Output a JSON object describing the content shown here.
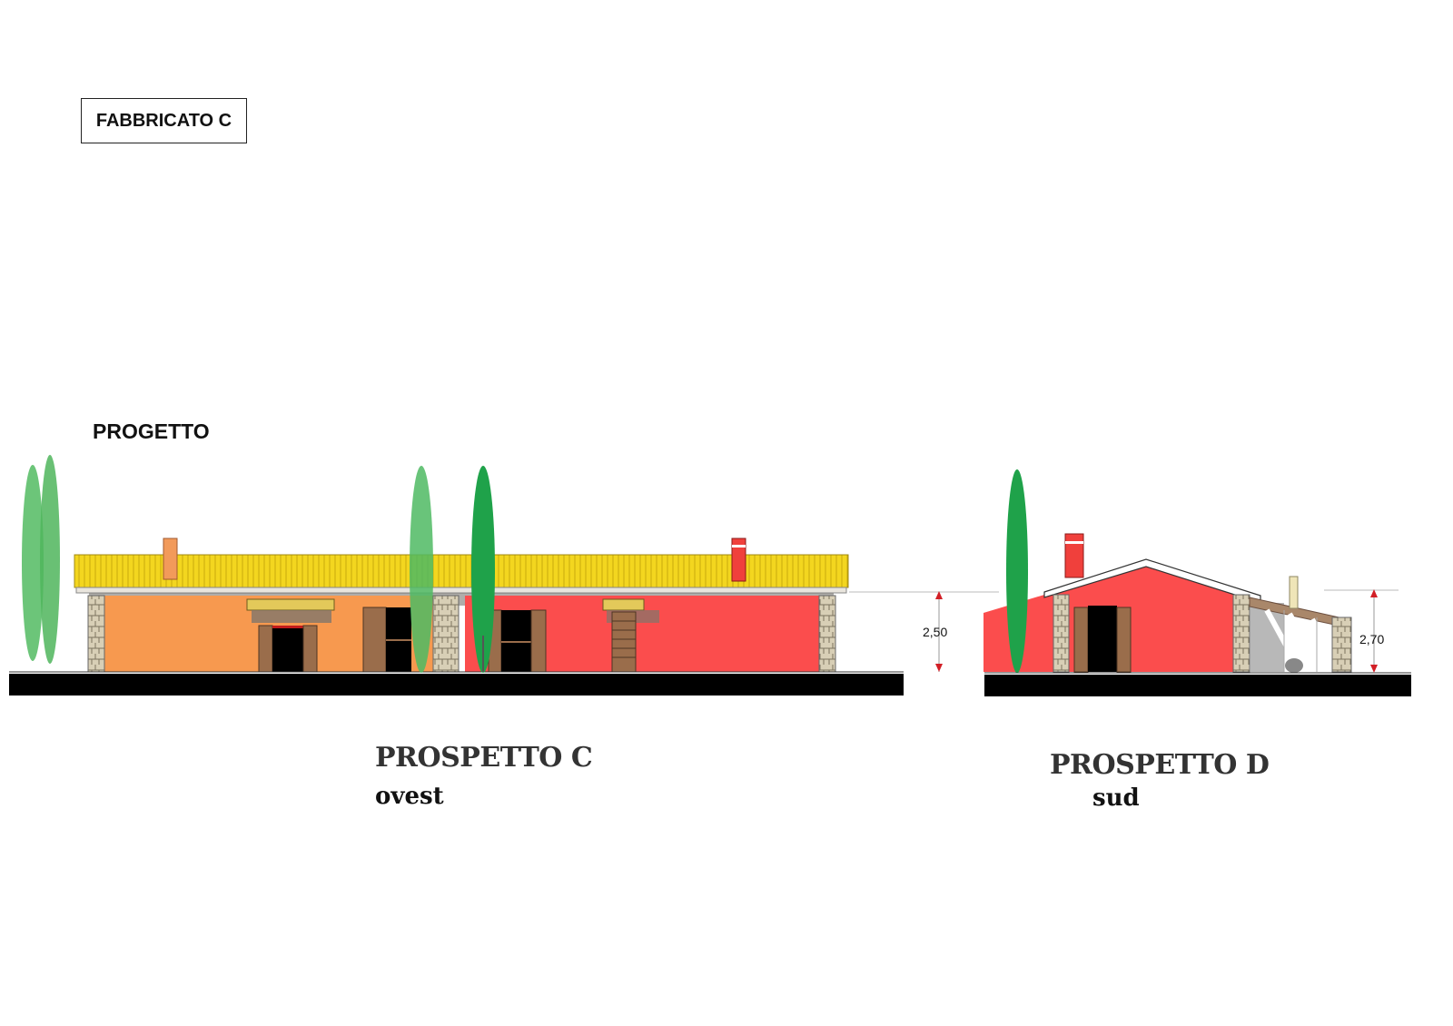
{
  "header": {
    "building_label": "FABBRICATO  C",
    "phase_label": "PROGETTO"
  },
  "elevations": [
    {
      "title": "PROSPETTO C",
      "orientation": "ovest",
      "height_dimension": "2,50"
    },
    {
      "title": "PROSPETTO D",
      "orientation": "sud",
      "height_dimension": "2,70"
    }
  ],
  "colors": {
    "roof_yellow": "#f2d51e",
    "wall_orange": "#f7994f",
    "wall_red": "#fb4d4d",
    "chimney_red": "#f0403c",
    "stone": "#d7cdb1",
    "shutter_brown": "#9a6d4b",
    "cypress_light": "#5cbf6a",
    "cypress_dark": "#1fa24a",
    "ground": "#000000",
    "dimension_arrow": "#d21f26"
  }
}
